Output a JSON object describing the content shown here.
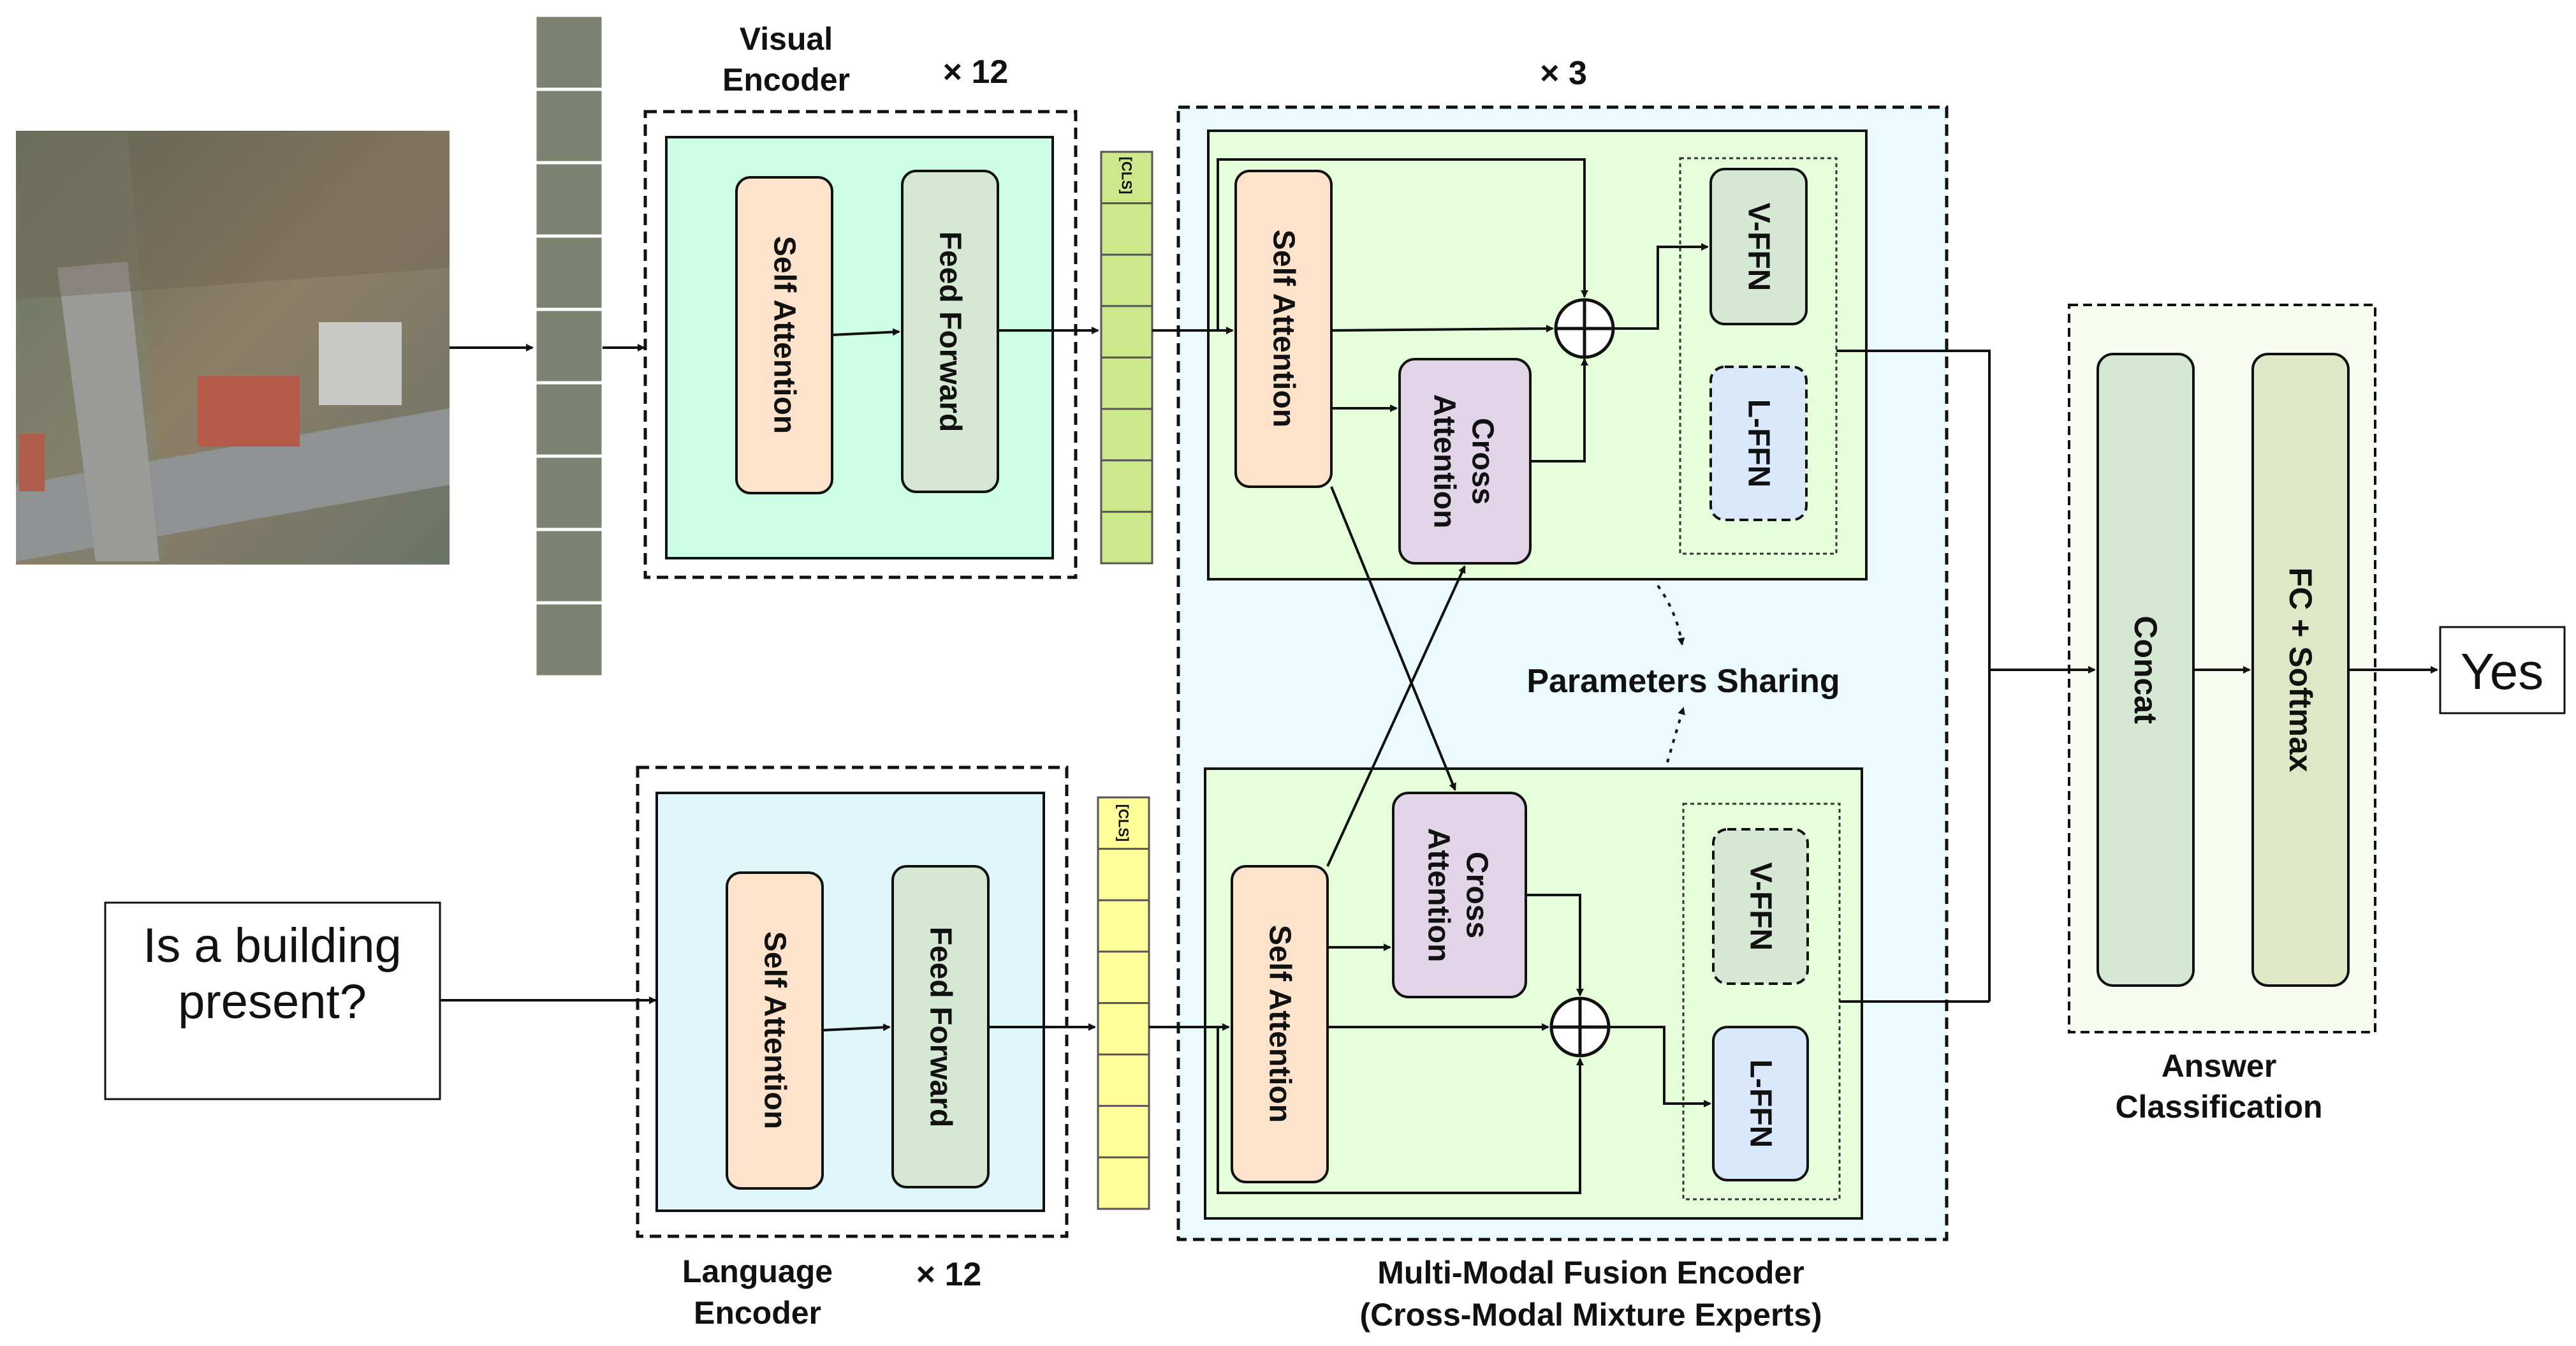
{
  "labels": {
    "visual_encoder_1": "Visual",
    "visual_encoder_2": "Encoder",
    "visual_times": "× 12",
    "language_encoder_1": "Language",
    "language_encoder_2": "Encoder",
    "language_times": "× 12",
    "fusion_times": "× 3",
    "fusion_title_1": "Multi-Modal Fusion Encoder",
    "fusion_title_2": "(Cross-Modal Mixture Experts)",
    "parameters_sharing": "Parameters Sharing",
    "answer_classification_1": "Answer",
    "answer_classification_2": "Classification"
  },
  "blocks": {
    "self_attention": "Self Attention",
    "feed_forward": "Feed Forward",
    "cross_attention_1": "Cross",
    "cross_attention_2": "Attention",
    "v_ffn": "V-FFN",
    "l_ffn": "L-FFN",
    "concat": "Concat",
    "fc_softmax": "FC + Softmax"
  },
  "tokens": {
    "cls": "[CLS]"
  },
  "question": {
    "line1": "Is a building",
    "line2": "present?"
  },
  "answer": "Yes",
  "colors": {
    "self_attention": "#fde3cc",
    "feed_forward": "#d5e8d4",
    "cross_attention": "#e1d5e7",
    "v_ffn": "#d5e8d4",
    "l_ffn": "#dae8fc",
    "visual_bg": "#ccffe6",
    "language_bg": "#dff7fb",
    "fusion_bg": "#ebfaff",
    "fusion_layer_bg": "#e4ffda",
    "visual_tokens": "#cde88a",
    "language_tokens": "#ffff99",
    "concat": "#d5e8d4",
    "fc": "#dfe8c6",
    "answer_bg": "#f7fbf0"
  }
}
